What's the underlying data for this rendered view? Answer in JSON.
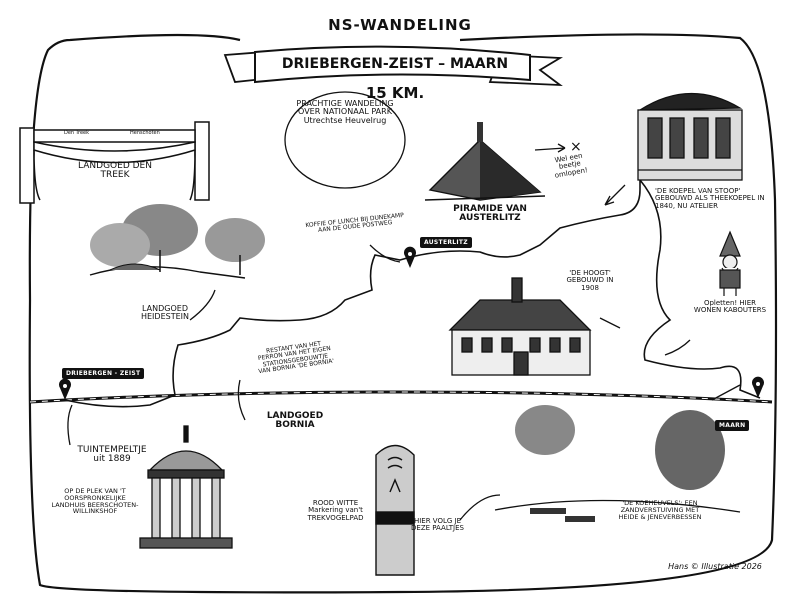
{
  "header": {
    "kicker": "NS-WANDELING",
    "route": "DRIEBERGEN-ZEIST – MAARN",
    "distance": "15 KM."
  },
  "notes": {
    "park": "PRACHTIGE WANDELING OVER NATIONAAL PARK Utrechtse Heuvelrug",
    "pyramid_note": "Wel een beetje omlopen!",
    "pyramid_mark": "×",
    "pyramid": "PIRAMIDE VAN AUSTERLITZ",
    "koepel": "'DE KOEPEL VAN STOOP' GEBOUWD ALS THEEKOEPEL IN 1840, NU ATELIER",
    "coffee": "KOFFIE OF LUNCH BIJ DUNEKAMP AAN DE OUDE POSTWEG",
    "hoogt": "'DE HOOGT' GEBOUWD IN 1908",
    "kabouters": "Opletten! HIER WONEN KABOUTERS",
    "restant": "RESTANT VAN HET PERRON VAN HET EIGEN STATIONSGEBOUWTJE VAN BORNIA 'DE BORNIA'",
    "tuintempel": "TUINTEMPELTJE uit 1889",
    "tempel_note": "OP DE PLEK VAN 'T OORSPRONKELIJKE LANDHUIS BEERSCHOTEN-WILLINKSHOF",
    "markering": "ROOD WITTE Markering van't TREKVOGELPAD",
    "paaltjes": "HIER VOLG JE DEZE PAALTJES",
    "koeheuvels": "'DE KOEHEUVELS': EEN ZANDVERSTUIVING MET HEIDE & JENEVERBESSEN",
    "credit": "Hans © Illustratie 2026"
  },
  "places": {
    "dentreek": "LANDGOED DEN TREEK",
    "heidestein": "LANDGOED HEIDESTEIN",
    "bornia": "LANDGOED BORNIA",
    "gate_left": "Den Treek",
    "gate_right": "Henschoten"
  },
  "stations": {
    "start": "DRIEBERGEN - ZEIST",
    "mid": "AUSTERLITZ",
    "end": "MAARN"
  }
}
